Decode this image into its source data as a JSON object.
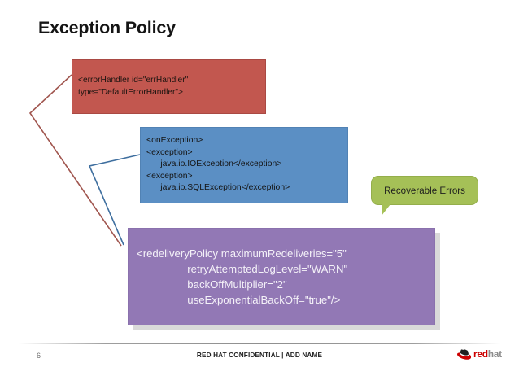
{
  "slide": {
    "title": "Exception Policy",
    "background_color": "#ffffff"
  },
  "boxes": [
    {
      "id": "error-handler",
      "color": "#c2574f",
      "text": "<errorHandler id=\"errHandler\"\ntype=\"DefaultErrorHandler\">"
    },
    {
      "id": "on-exception",
      "color": "#5b8fc4",
      "text": "<onException>\n<exception>\n      java.io.IOException</exception>\n<exception>\n      java.io.SQLException</exception>"
    },
    {
      "id": "redelivery-policy",
      "color": "#9278b5",
      "text": "<redeliveryPolicy maximumRedeliveries=\"5\"\n                 retryAttemptedLogLevel=\"WARN\"\n                 backOffMultiplier=\"2\"\n                 useExponentialBackOff=\"true\"/>"
    }
  ],
  "callout": {
    "label": "Recoverable Errors",
    "color": "#a5c057"
  },
  "connectors": [
    {
      "id": "red-connector",
      "color": "#a0554e"
    },
    {
      "id": "blue-connector",
      "color": "#3f6f9f"
    }
  ],
  "footer": {
    "page_number": "6",
    "confidential": "RED HAT CONFIDENTIAL | ADD NAME",
    "logo": {
      "icon": "redhat-shadowman-icon",
      "word_red": "red",
      "word_hat": "hat",
      "red_color": "#cc0000",
      "hat_color": "#8c8c8c"
    }
  }
}
